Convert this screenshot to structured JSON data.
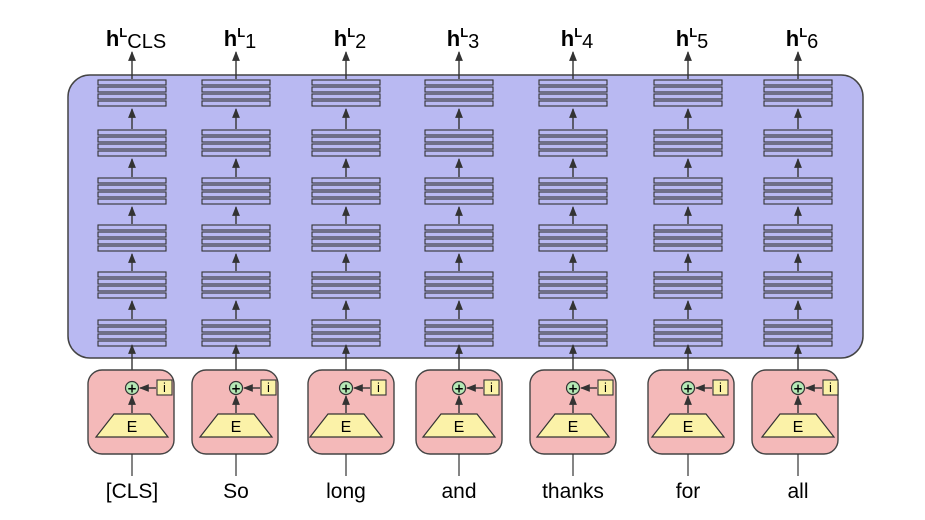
{
  "outputs": [
    {
      "base": "h",
      "sup": "L",
      "sub": "CLS"
    },
    {
      "base": "h",
      "sup": "L",
      "sub": "1"
    },
    {
      "base": "h",
      "sup": "L",
      "sub": "2"
    },
    {
      "base": "h",
      "sup": "L",
      "sub": "3"
    },
    {
      "base": "h",
      "sup": "L",
      "sub": "4"
    },
    {
      "base": "h",
      "sup": "L",
      "sub": "5"
    },
    {
      "base": "h",
      "sup": "L",
      "sub": "6"
    }
  ],
  "tokens": [
    "[CLS]",
    "So",
    "long",
    "and",
    "thanks",
    "for",
    "all"
  ],
  "embedding_label": "E",
  "position_label": "i",
  "add_symbol": "+",
  "colors": {
    "encoder_fill": "#b9b9f2",
    "embed_box_fill": "#f4b9b9",
    "embed_trapezoid_fill": "#fbf2a8",
    "position_box_fill": "#fbf2a8",
    "add_circle_fill": "#b5e8b5",
    "line": "#333333"
  }
}
